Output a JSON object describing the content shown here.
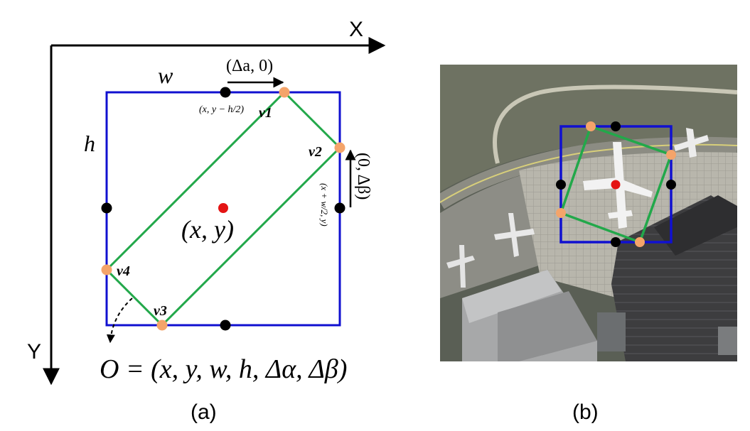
{
  "panel_a": {
    "axis_x_label": "X",
    "axis_y_label": "Y",
    "width_label": "w",
    "height_label": "h",
    "center_label": "(x, y)",
    "delta_alpha_label": "(Δa, 0)",
    "delta_beta_label": "(0, Δβ)",
    "top_mid_label": "(x, y − h/2)",
    "right_mid_label": "(x + w/2, y)",
    "v1": "v1",
    "v2": "v2",
    "v3": "v3",
    "v4": "v4",
    "formula": "O = (x, y, w, h, Δα, Δβ)",
    "caption": "(a)"
  },
  "panel_b": {
    "caption": "(b)"
  },
  "colors": {
    "box": "#1010d0",
    "rotated": "#22a84a",
    "vertex": "#f4a46a",
    "midpoint": "#000000",
    "center": "#e41414"
  }
}
